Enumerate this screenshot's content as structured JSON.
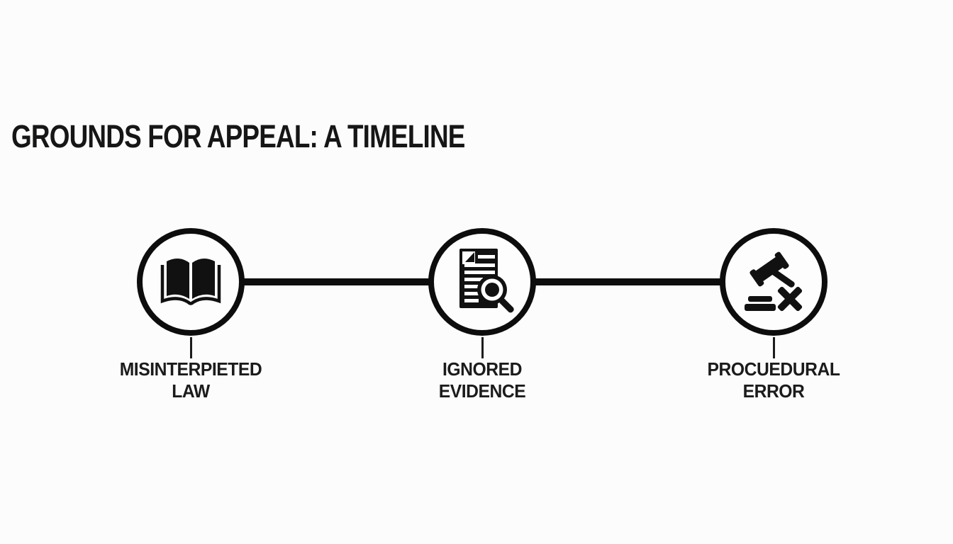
{
  "title": "GROUNDS FOR APPEAL: A TIMELINE",
  "colors": {
    "background": "#fcfcfd",
    "ink": "#0d0d0d",
    "text": "#1b1b1b"
  },
  "timeline": {
    "node_count": 3,
    "nodes": [
      {
        "icon": "open-book-icon",
        "label_line1": "MISINTERPIETED",
        "label_line2": "LAW"
      },
      {
        "icon": "document-search-icon",
        "label_line1": "IGNORED",
        "label_line2": "EVIDENCE"
      },
      {
        "icon": "gavel-x-icon",
        "label_line1": "PROCUEDURAL",
        "label_line2": "ERROR"
      }
    ]
  }
}
